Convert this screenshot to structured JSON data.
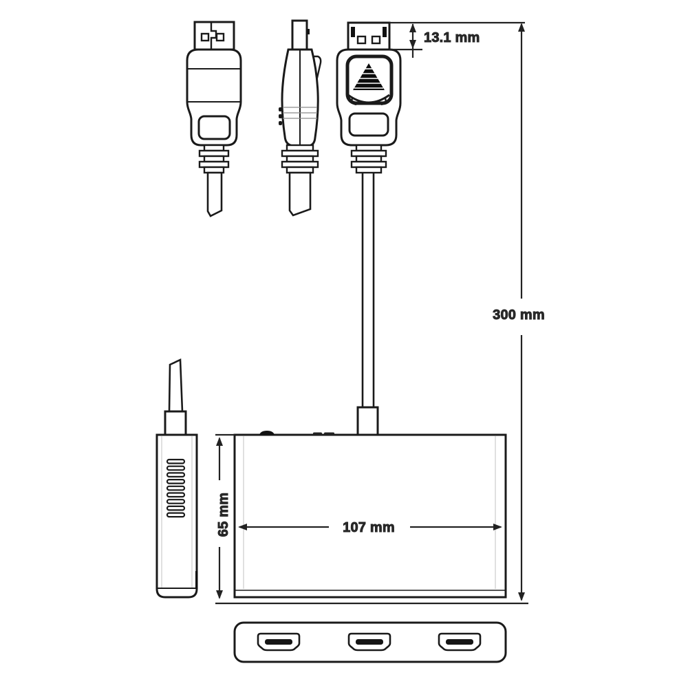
{
  "diagram": {
    "dimensions": {
      "connector_height": "13.1 mm",
      "cable_length": "300 mm",
      "hub_height": "65 mm",
      "hub_width": "107 mm"
    },
    "colors": {
      "line": "#1a1a1a",
      "text": "#2b2b2b",
      "light_line": "#cccccc",
      "background": "#ffffff"
    }
  }
}
